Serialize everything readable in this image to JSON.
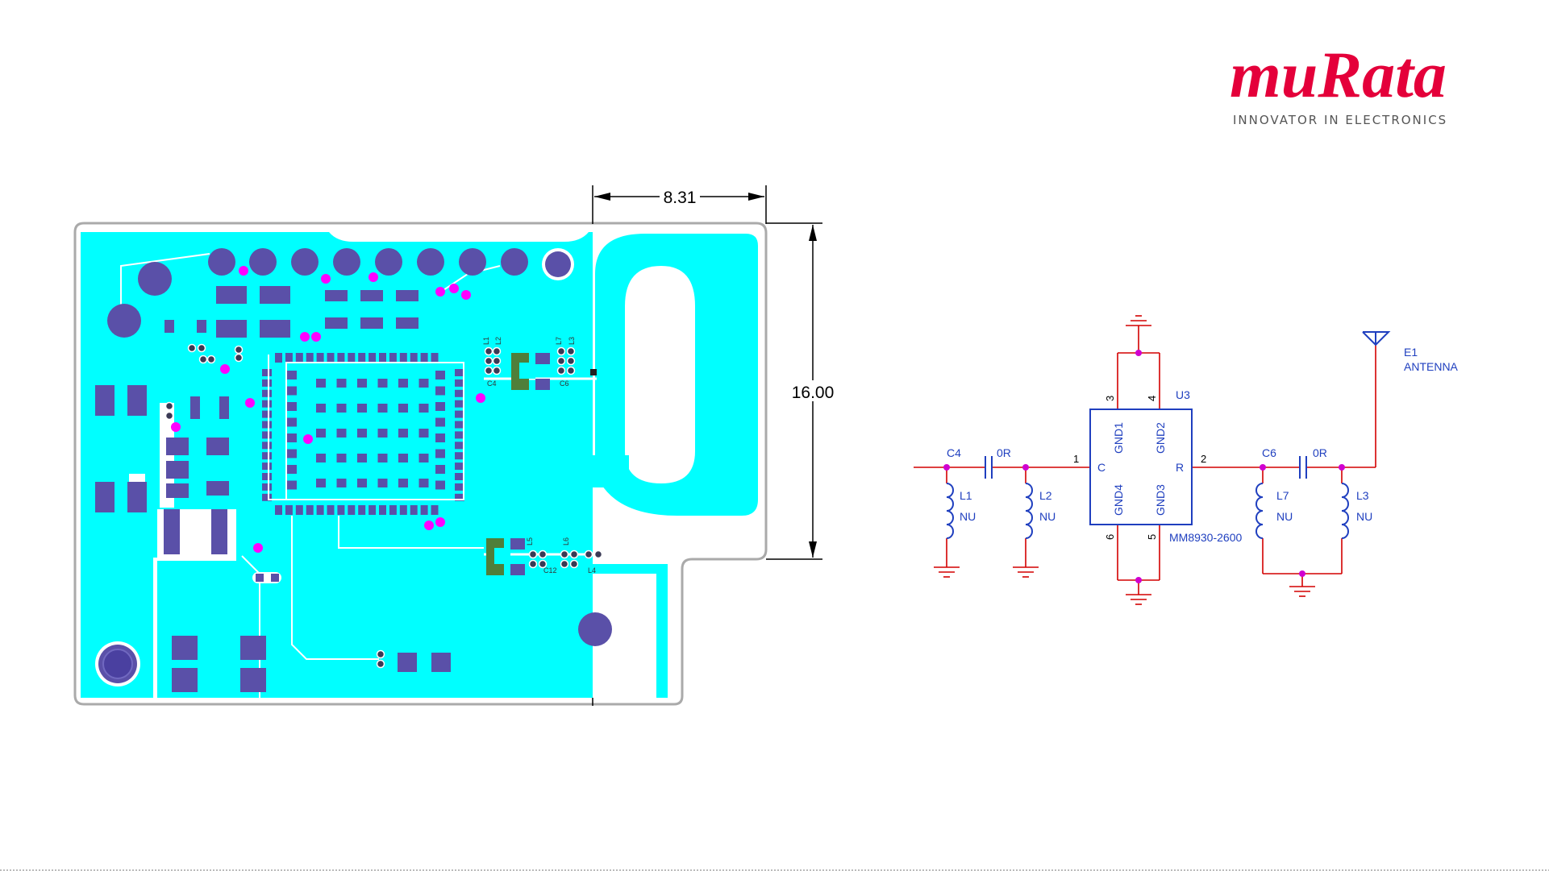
{
  "logo": {
    "brand": "muRata",
    "tagline": "INNOVATOR IN ELECTRONICS"
  },
  "pcb": {
    "dimensions": {
      "width_label": "8.31",
      "height_label": "16.00"
    },
    "silkscreen": {
      "L1": "L1",
      "L2": "L2",
      "L7": "L7",
      "L3": "L3",
      "C4": "C4",
      "C6": "C6",
      "L5": "L5",
      "L6": "L6",
      "C12": "C12",
      "L4": "L4"
    }
  },
  "schematic": {
    "C4": {
      "ref": "C4",
      "value": "0R"
    },
    "C6": {
      "ref": "C6",
      "value": "0R"
    },
    "L1": {
      "ref": "L1",
      "value": "NU"
    },
    "L2": {
      "ref": "L2",
      "value": "NU"
    },
    "L7": {
      "ref": "L7",
      "value": "NU"
    },
    "L3": {
      "ref": "L3",
      "value": "NU"
    },
    "U3": {
      "ref": "U3",
      "part": "MM8930-2600",
      "pin_labels": {
        "C": "C",
        "R": "R",
        "gnd1": "GND1",
        "gnd2": "GND2",
        "gnd3": "GND3",
        "gnd4": "GND4"
      },
      "pin_numbers": {
        "p1": "1",
        "p2": "2",
        "p3": "3",
        "p4": "4",
        "p5": "5",
        "p6": "6"
      }
    },
    "E1": {
      "ref": "E1",
      "name": "ANTENNA"
    }
  },
  "colors": {
    "brand_red": "#e4003a",
    "pcb_copper": "#00ffff",
    "pcb_pad": "#5a50a8",
    "via": "#ff00ff",
    "schematic_wire": "#d40000",
    "schematic_part": "#1f3fbf"
  }
}
